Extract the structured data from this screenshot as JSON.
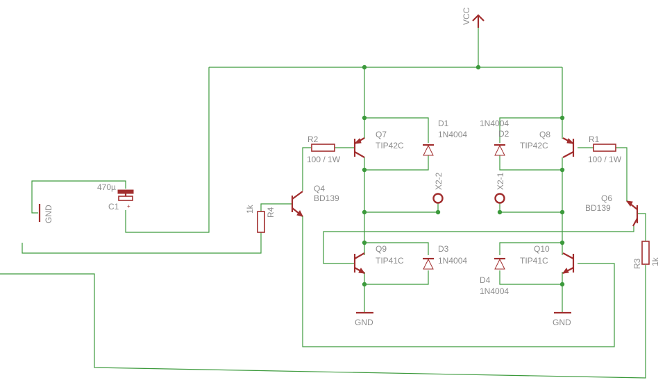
{
  "colors": {
    "wire": "#3c9a3c",
    "component": "#a12d2d",
    "label": "#8c8c8c",
    "background": "#ffffff"
  },
  "labels": {
    "vcc": "VCC",
    "q7": "Q7",
    "q7_type": "TIP42C",
    "d1": "D1",
    "d1_type": "1N4004",
    "d2_type": "1N4004",
    "d2": "D2",
    "q8": "Q8",
    "q8_type": "TIP42C",
    "r2": "R2",
    "r2_val": "100 / 1W",
    "r1": "R1",
    "r1_val": "100  / 1W",
    "c1_val": "470µ",
    "c1": "C1",
    "gnd_left": "GND",
    "q4": "Q4",
    "q4_type": "BD139",
    "r4_val": "1k",
    "r4": "R4",
    "x2_2": "X2-2",
    "x2_1": "X2-1",
    "q6": "Q6",
    "q6_type": "BD139",
    "q9": "Q9",
    "q9_type": "TIP41C",
    "d3": "D3",
    "d3_type": "1N4004",
    "q10": "Q10",
    "q10_type": "TIP41C",
    "d4": "D4",
    "d4_type": "1N4004",
    "r3": "R3",
    "r3_val": "1k",
    "gnd_bottom_left": "GND",
    "gnd_bottom_right": "GND"
  }
}
